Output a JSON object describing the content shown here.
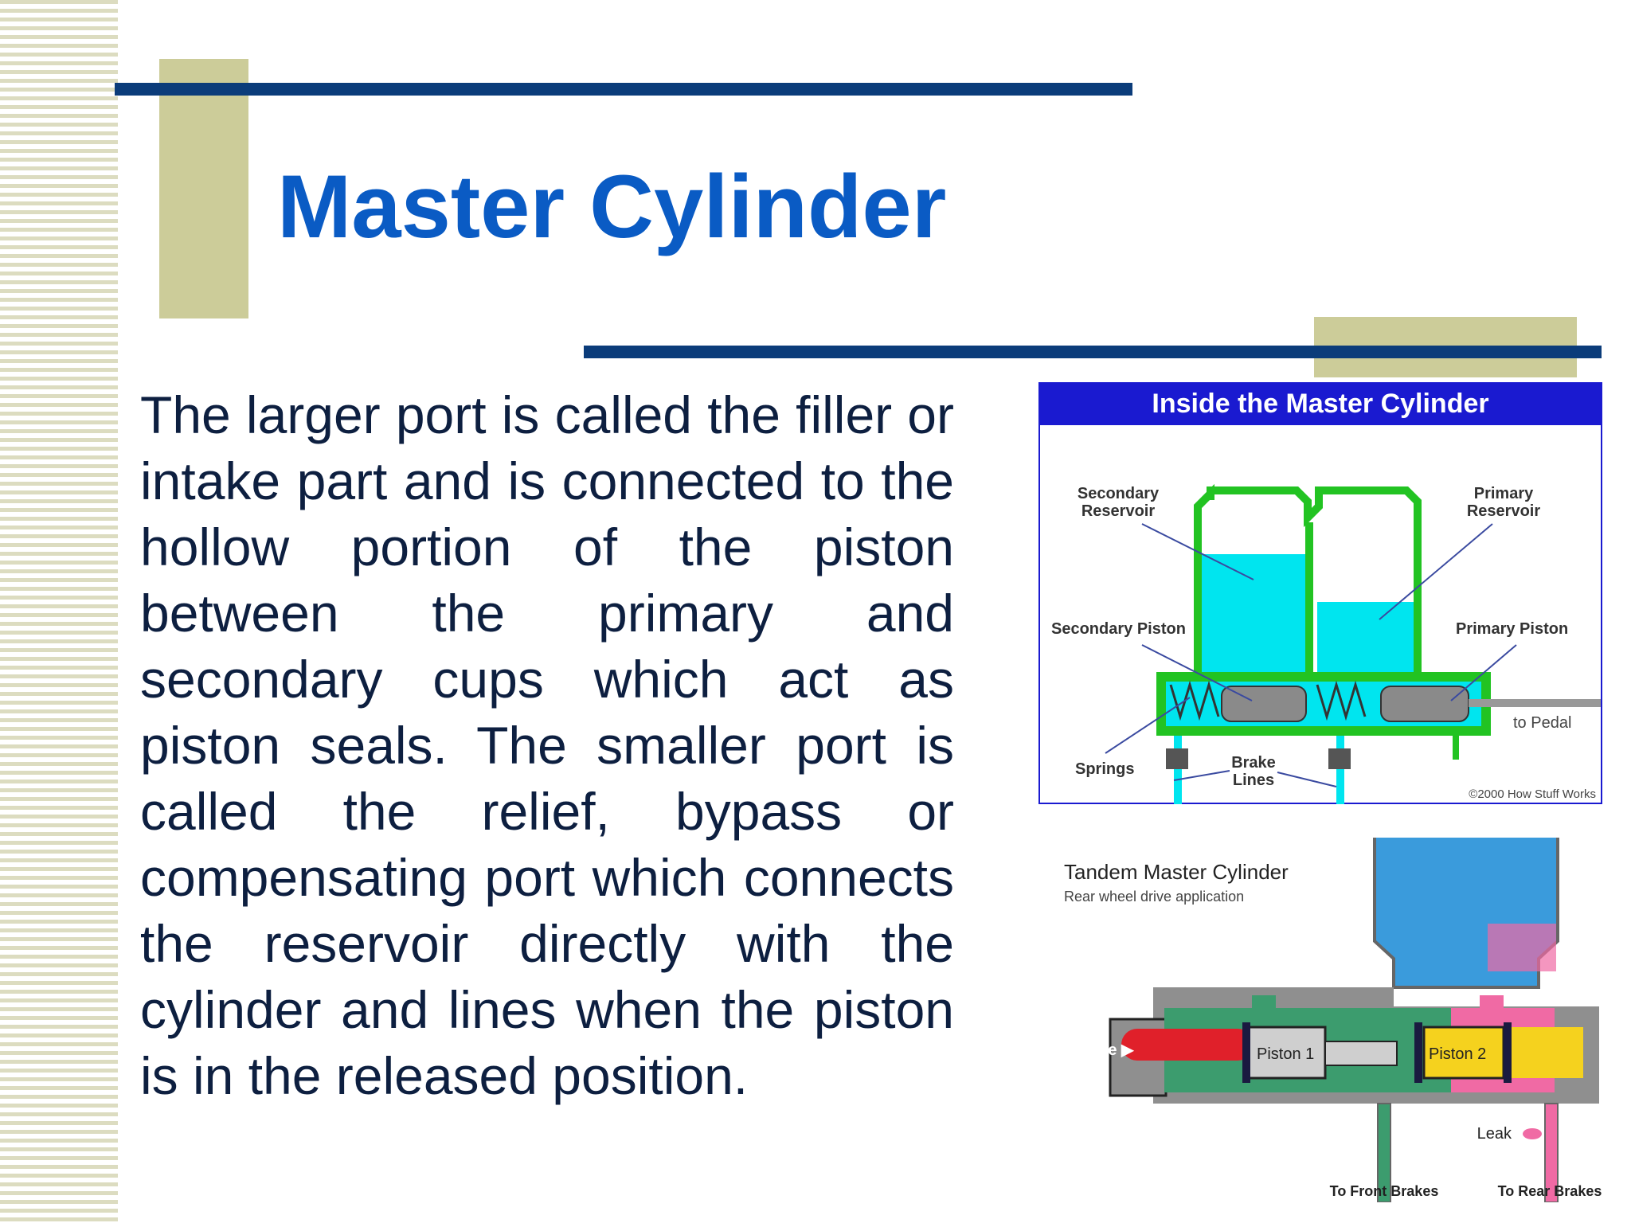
{
  "slide": {
    "title": "Master Cylinder",
    "body": "The larger port is called the filler or intake part and is connected to the hollow portion of the piston between the primary and secondary cups which act as piston seals. The smaller port is called the relief, bypass or compensating port which connects the reservoir directly with the cylinder and lines when the piston is in the released position."
  },
  "figure1": {
    "header": "Inside the Master Cylinder",
    "labels": {
      "secondary_reservoir_1": "Secondary",
      "secondary_reservoir_2": "Reservoir",
      "primary_reservoir_1": "Primary",
      "primary_reservoir_2": "Reservoir",
      "secondary_piston": "Secondary Piston",
      "primary_piston": "Primary Piston",
      "to_pedal": "to Pedal",
      "springs": "Springs",
      "brake_lines_1": "Brake",
      "brake_lines_2": "Lines",
      "copyright": "©2000 How Stuff Works"
    },
    "colors": {
      "header_bg": "#1a1ad0",
      "body": "#22c322",
      "fluid": "#00e5ef",
      "piston": "#8a8a8a"
    }
  },
  "figure2": {
    "title": "Tandem Master Cylinder",
    "subtitle": "Rear wheel drive application",
    "labels": {
      "force": "Force ▶",
      "piston1": "Piston 1",
      "piston2": "Piston 2",
      "leak": "Leak",
      "to_front": "To Front Brakes",
      "to_rear": "To Rear Brakes"
    },
    "colors": {
      "housing": "#8f8f8f",
      "green": "#3c9c6e",
      "pink": "#f06aa4",
      "yellow": "#f5d21e",
      "reservoir": "#3a9bdc",
      "force": "#e0202a"
    }
  },
  "colors": {
    "title": "#0a5bc4",
    "rule": "#0b3c7a",
    "olive": "#cccc99",
    "text": "#0d1f40"
  }
}
